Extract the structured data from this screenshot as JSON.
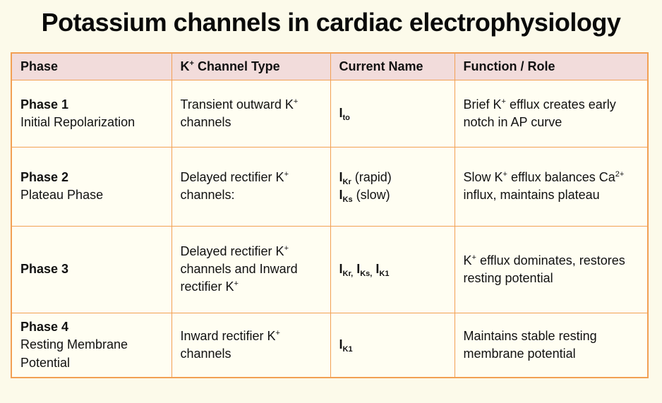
{
  "title": "Potassium channels in cardiac electrophysiology",
  "colors": {
    "page_bg": "#fcfaea",
    "cell_bg": "#fffef2",
    "header_bg": "#f2dcdb",
    "border": "#f2a054",
    "text": "#111111"
  },
  "table": {
    "columns": [
      {
        "key": "phase",
        "label": [
          {
            "t": "Phase"
          }
        ]
      },
      {
        "key": "channel",
        "label": [
          {
            "t": "K"
          },
          {
            "t": "+",
            "s": "sup"
          },
          {
            "t": " Channel Type"
          }
        ]
      },
      {
        "key": "current",
        "label": [
          {
            "t": "Current Name"
          }
        ]
      },
      {
        "key": "function",
        "label": [
          {
            "t": "Function / Role"
          }
        ]
      }
    ],
    "rows": [
      {
        "phase": [
          {
            "t": "Phase 1",
            "b": true
          },
          {
            "br": true
          },
          {
            "t": "Initial Repolarization"
          }
        ],
        "channel": [
          {
            "t": "Transient outward K"
          },
          {
            "t": "+",
            "s": "sup"
          },
          {
            "t": " channels"
          }
        ],
        "current": [
          {
            "t": "I",
            "b": true
          },
          {
            "t": "to",
            "s": "sub",
            "b": true
          }
        ],
        "function": [
          {
            "t": "Brief K"
          },
          {
            "t": "+",
            "s": "sup"
          },
          {
            "t": " efflux creates early notch in AP curve"
          }
        ]
      },
      {
        "phase": [
          {
            "t": "Phase 2",
            "b": true
          },
          {
            "br": true
          },
          {
            "t": "Plateau Phase"
          }
        ],
        "channel": [
          {
            "t": "Delayed rectifier K"
          },
          {
            "t": "+",
            "s": "sup"
          },
          {
            "t": " channels:"
          }
        ],
        "current": [
          {
            "t": "I",
            "b": true
          },
          {
            "t": "Kr",
            "s": "sub",
            "b": true
          },
          {
            "t": " (rapid)"
          },
          {
            "br": true
          },
          {
            "t": "I",
            "b": true
          },
          {
            "t": "Ks",
            "s": "sub",
            "b": true
          },
          {
            "t": " (slow)"
          }
        ],
        "function": [
          {
            "t": "Slow K"
          },
          {
            "t": "+",
            "s": "sup"
          },
          {
            "t": " efflux balances Ca"
          },
          {
            "t": "2+",
            "s": "sup"
          },
          {
            "t": " influx, maintains plateau"
          }
        ]
      },
      {
        "phase": [
          {
            "t": "Phase 3",
            "b": true
          }
        ],
        "channel": [
          {
            "t": "Delayed rectifier K"
          },
          {
            "t": "+",
            "s": "sup"
          },
          {
            "t": " channels and  Inward rectifier K"
          },
          {
            "t": "+",
            "s": "sup"
          }
        ],
        "current": [
          {
            "t": "I",
            "b": true
          },
          {
            "t": "Kr,",
            "s": "sub",
            "b": true
          },
          {
            "t": " "
          },
          {
            "t": "I",
            "b": true
          },
          {
            "t": "Ks,",
            "s": "sub",
            "b": true
          },
          {
            "t": " "
          },
          {
            "t": "I",
            "b": true
          },
          {
            "t": "K1",
            "s": "sub",
            "b": true
          }
        ],
        "function": [
          {
            "t": "K"
          },
          {
            "t": "+",
            "s": "sup"
          },
          {
            "t": " efflux dominates, restores resting potential"
          }
        ]
      },
      {
        "phase": [
          {
            "t": "Phase 4",
            "b": true
          },
          {
            "br": true
          },
          {
            "t": "Resting Membrane Potential"
          }
        ],
        "channel": [
          {
            "t": "Inward rectifier K"
          },
          {
            "t": "+",
            "s": "sup"
          },
          {
            "t": " channels"
          }
        ],
        "current": [
          {
            "t": "I",
            "b": true
          },
          {
            "t": "K1",
            "s": "sub",
            "b": true
          }
        ],
        "function": [
          {
            "t": "Maintains stable resting membrane potential"
          }
        ]
      }
    ]
  }
}
